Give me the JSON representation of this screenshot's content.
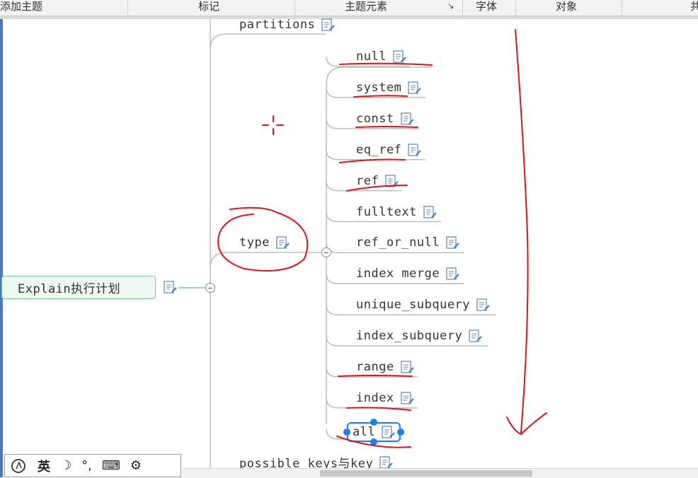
{
  "toolbar": {
    "add_topic": "添加主题",
    "marker": "标记",
    "topic_elements": "主题元素",
    "font": "字体",
    "object": "对象",
    "extra": "共"
  },
  "mindmap": {
    "root": "Explain执行计划",
    "partitions": "partitions",
    "type": "type",
    "possible_keys": "possible keys与key",
    "types": [
      "null",
      "system",
      "const",
      "eq_ref",
      "ref",
      "fulltext",
      "ref_or_null",
      "index merge",
      "unique_subquery",
      "index_subquery",
      "range",
      "index",
      "all"
    ],
    "selected": "all"
  },
  "ime": {
    "lang": "英",
    "moon": "☽",
    "punct": "°,",
    "keyboard": "⌨",
    "settings": "⚙"
  },
  "colors": {
    "annotation": "#e0141e",
    "selection": "#1e7ff0",
    "root_border": "#7fc497",
    "branch": "#bdbdbd"
  }
}
